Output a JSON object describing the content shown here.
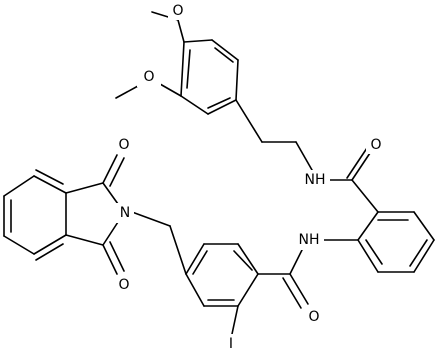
{
  "molecule": {
    "atoms": {
      "o_methoxy_top": "O",
      "o_methoxy_left": "O",
      "nh_upper_amide": "NH",
      "o_upper_amide": "O",
      "nh_lower_amide": "NH",
      "o_lower_amide": "O",
      "n_imide": "N",
      "o_imide_top": "O",
      "o_imide_bottom": "O",
      "iodine": "I"
    }
  }
}
